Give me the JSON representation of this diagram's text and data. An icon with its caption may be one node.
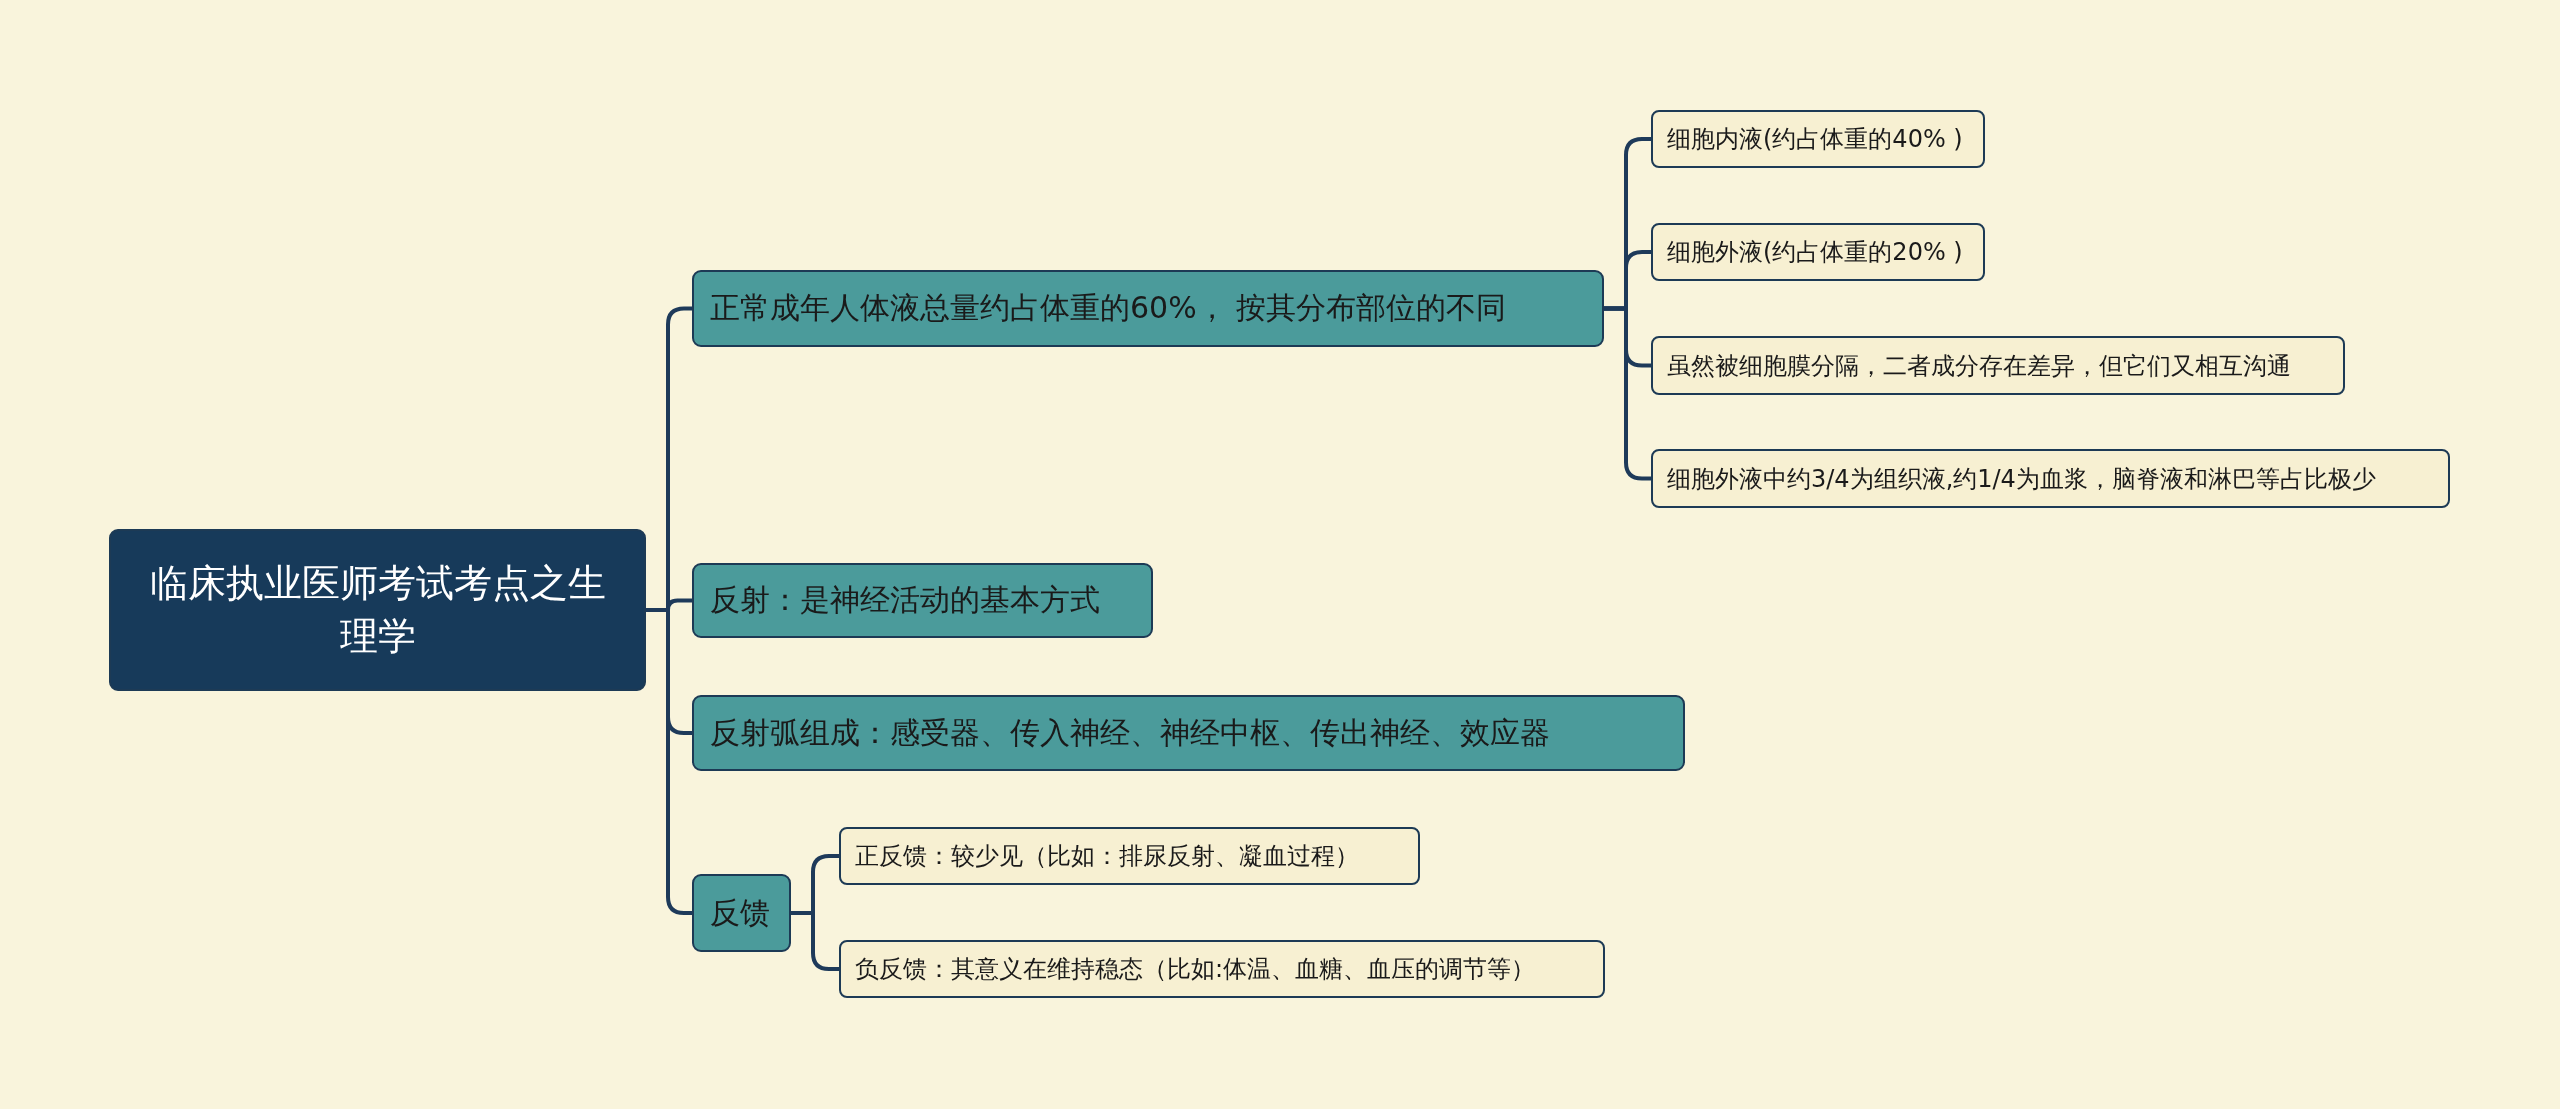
{
  "diagram": {
    "nodes": [
      {
        "text": [
          "临床执业医师考试考点之生理学"
        ]
      },
      {
        "text": [
          "正常成年人体液总量约占体重的60%， 按其分布部位的不同"
        ]
      },
      {
        "text": [
          "反射：是神经活动的基本方式"
        ]
      },
      {
        "text": [
          "反射弧组成：感受器、传入神经、神经中枢、传出神经、效应器"
        ]
      },
      {
        "text": [
          "反馈"
        ]
      },
      {
        "text": [
          "细胞内液(约占体重的40% )"
        ]
      },
      {
        "text": [
          "细胞外液(约占体重的20% )"
        ]
      },
      {
        "text": [
          "虽然被细胞膜分隔，二者成分存在差异，但它们又相互沟通"
        ]
      },
      {
        "text": [
          "细胞外液中约3/4为组织液,约1/4为血浆，脑脊液和淋巴等占比极少"
        ]
      },
      {
        "text": [
          "正反馈：较少见（比如：排尿反射、凝血过程）"
        ]
      },
      {
        "text": [
          "负反馈：其意义在维持稳态（比如:体温、血糖、血压的调节等）"
        ]
      }
    ],
    "edges": [
      {
        "from": 0,
        "to": 1,
        "arrow": "none"
      },
      {
        "from": 0,
        "to": 2,
        "arrow": "none"
      },
      {
        "from": 0,
        "to": 3,
        "arrow": "none"
      },
      {
        "from": 0,
        "to": 4,
        "arrow": "none"
      },
      {
        "from": 1,
        "to": 5,
        "arrow": "none"
      },
      {
        "from": 1,
        "to": 6,
        "arrow": "none"
      },
      {
        "from": 1,
        "to": 7,
        "arrow": "none"
      },
      {
        "from": 1,
        "to": 8,
        "arrow": "none"
      },
      {
        "from": 4,
        "to": 9,
        "arrow": "none"
      },
      {
        "from": 4,
        "to": 10,
        "arrow": "none"
      }
    ]
  }
}
